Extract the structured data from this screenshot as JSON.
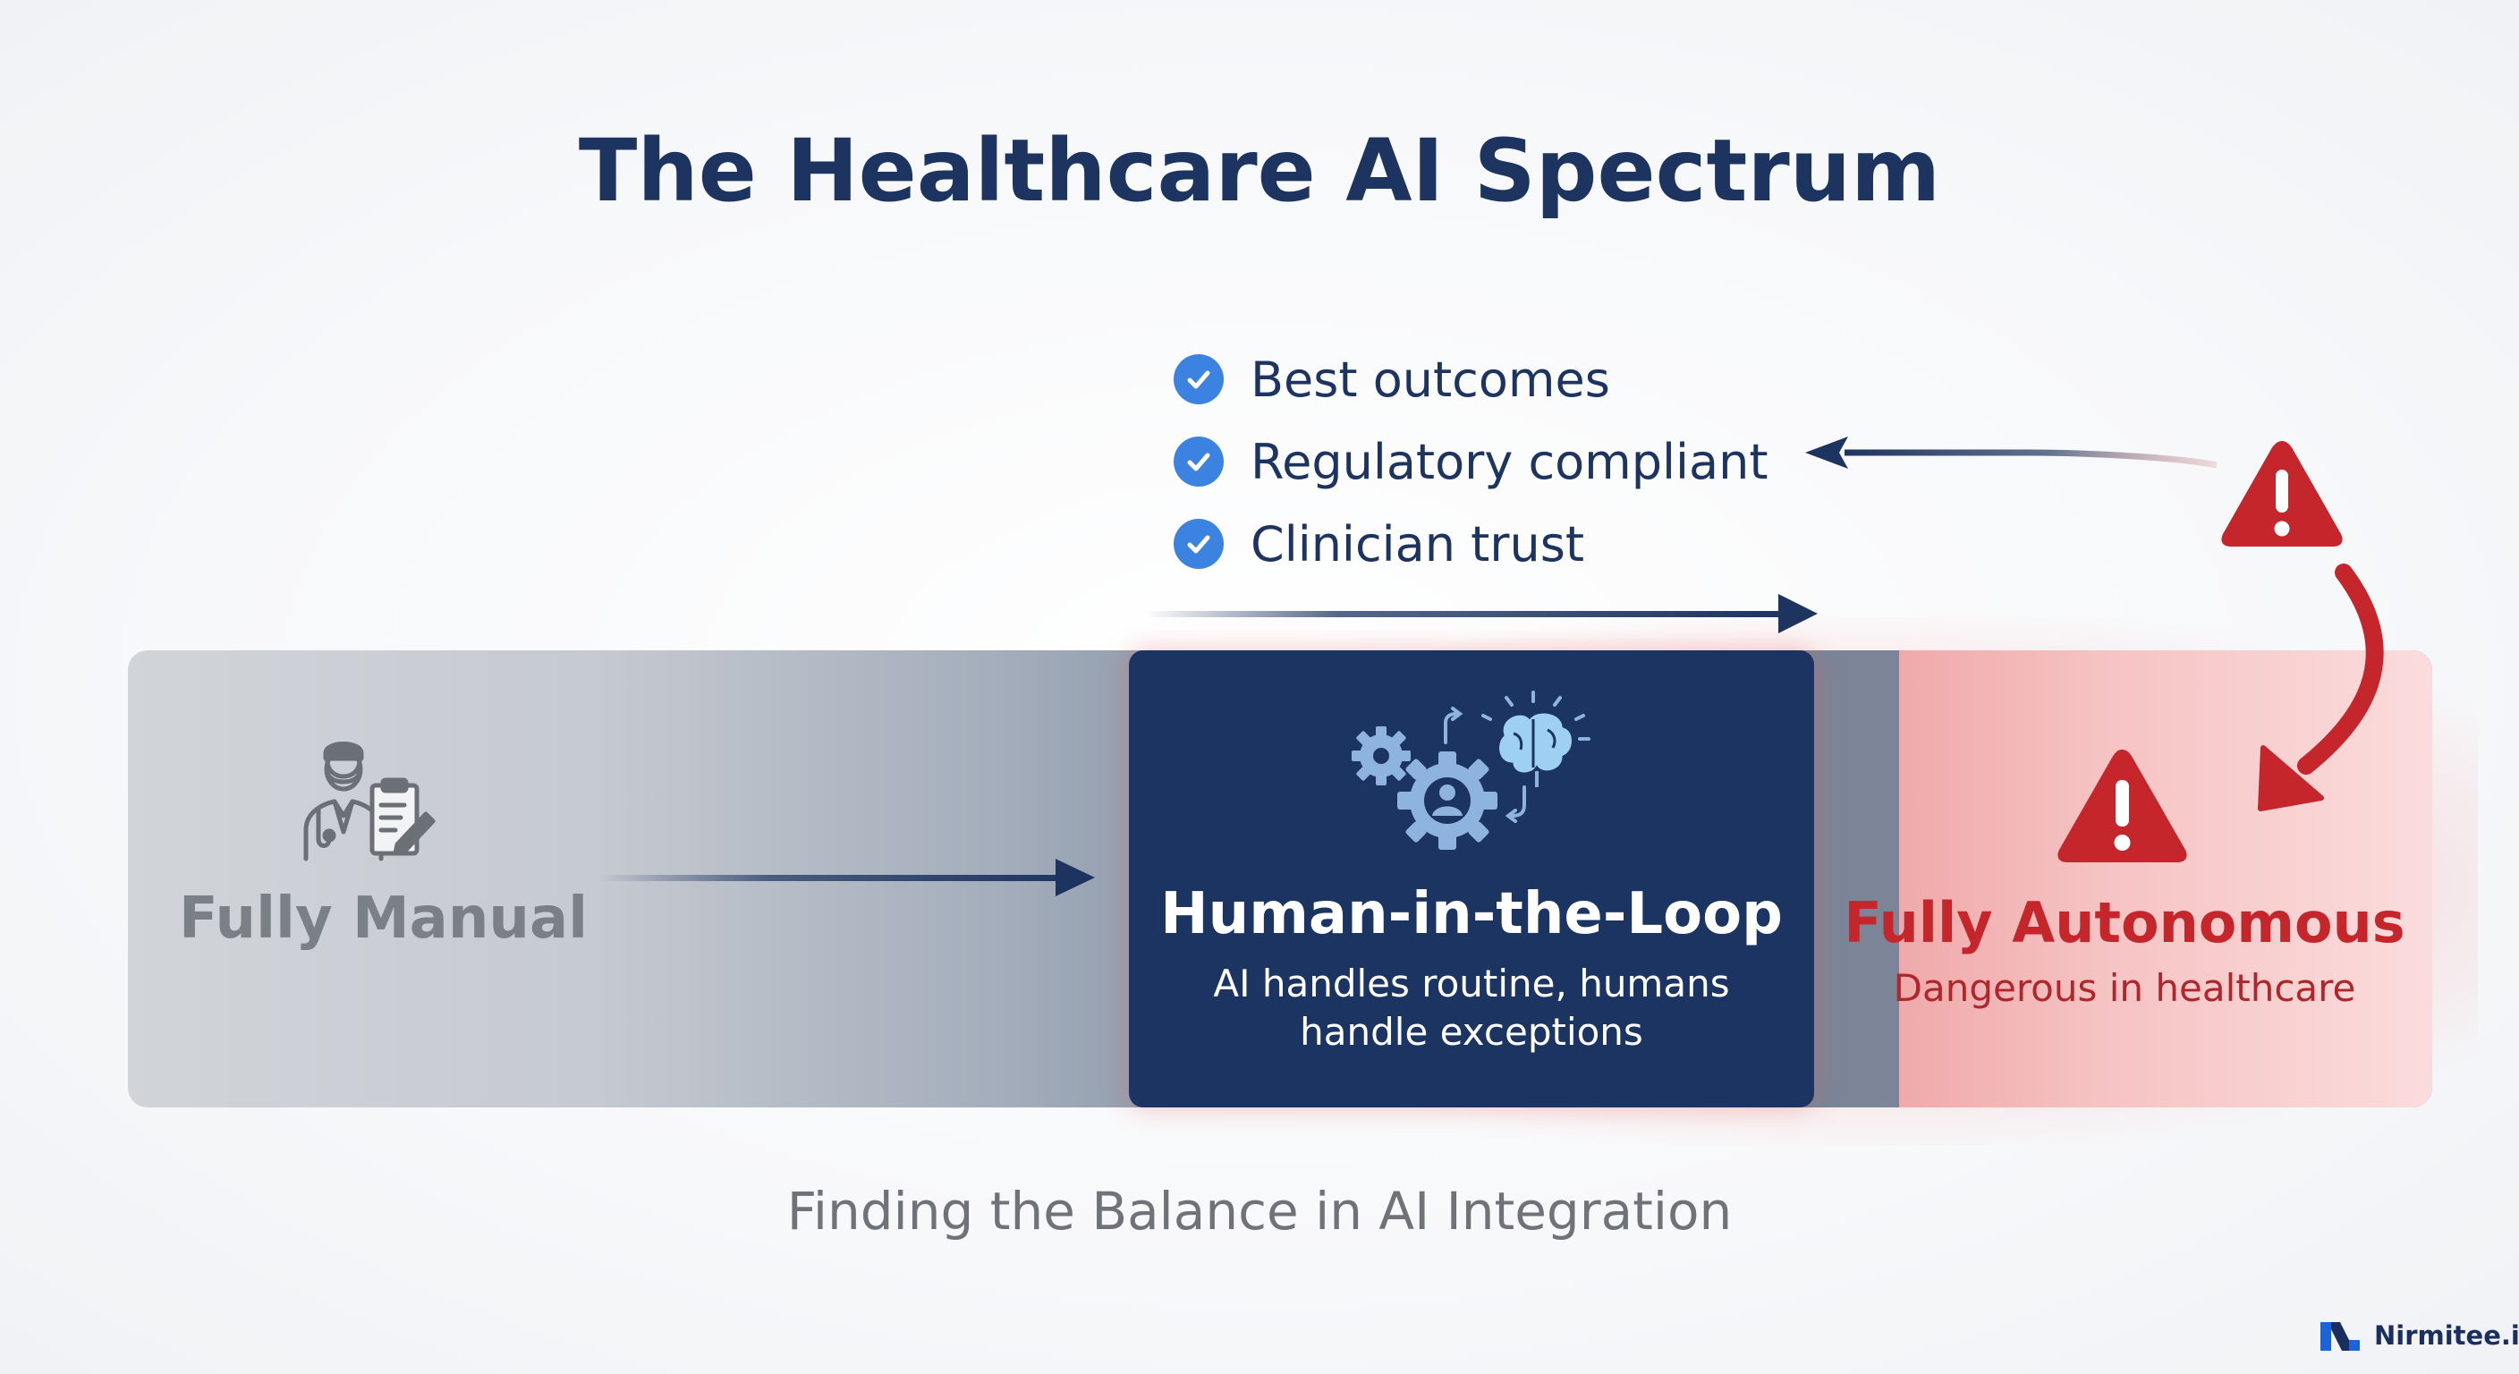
{
  "title": "The Healthcare AI Spectrum",
  "benefits": [
    {
      "icon": "check-circle-icon",
      "label": "Best outcomes"
    },
    {
      "icon": "check-circle-icon",
      "label": "Regulatory compliant"
    },
    {
      "icon": "check-circle-icon",
      "label": "Clinician trust"
    }
  ],
  "segments": {
    "manual": {
      "label": "Fully Manual",
      "icon": "clinician-clipboard-icon"
    },
    "hitl": {
      "label": "Human-in-the-Loop",
      "description_line1": "AI handles routine, humans",
      "description_line2": "handle exceptions",
      "icon": "gears-brain-icon"
    },
    "autonomous": {
      "label": "Fully Autonomous",
      "description": "Dangerous in healthcare",
      "icon": "warning-triangle-icon"
    }
  },
  "subtitle": "Finding the Balance in AI Integration",
  "brand": {
    "name": "Nirmitee.io",
    "icon": "nirmitee-logo-icon"
  },
  "colors": {
    "navy": "#1b3462",
    "title": "#1d3461",
    "check": "#3c82e0",
    "danger": "#c4262c",
    "muted": "#7b7f86"
  }
}
